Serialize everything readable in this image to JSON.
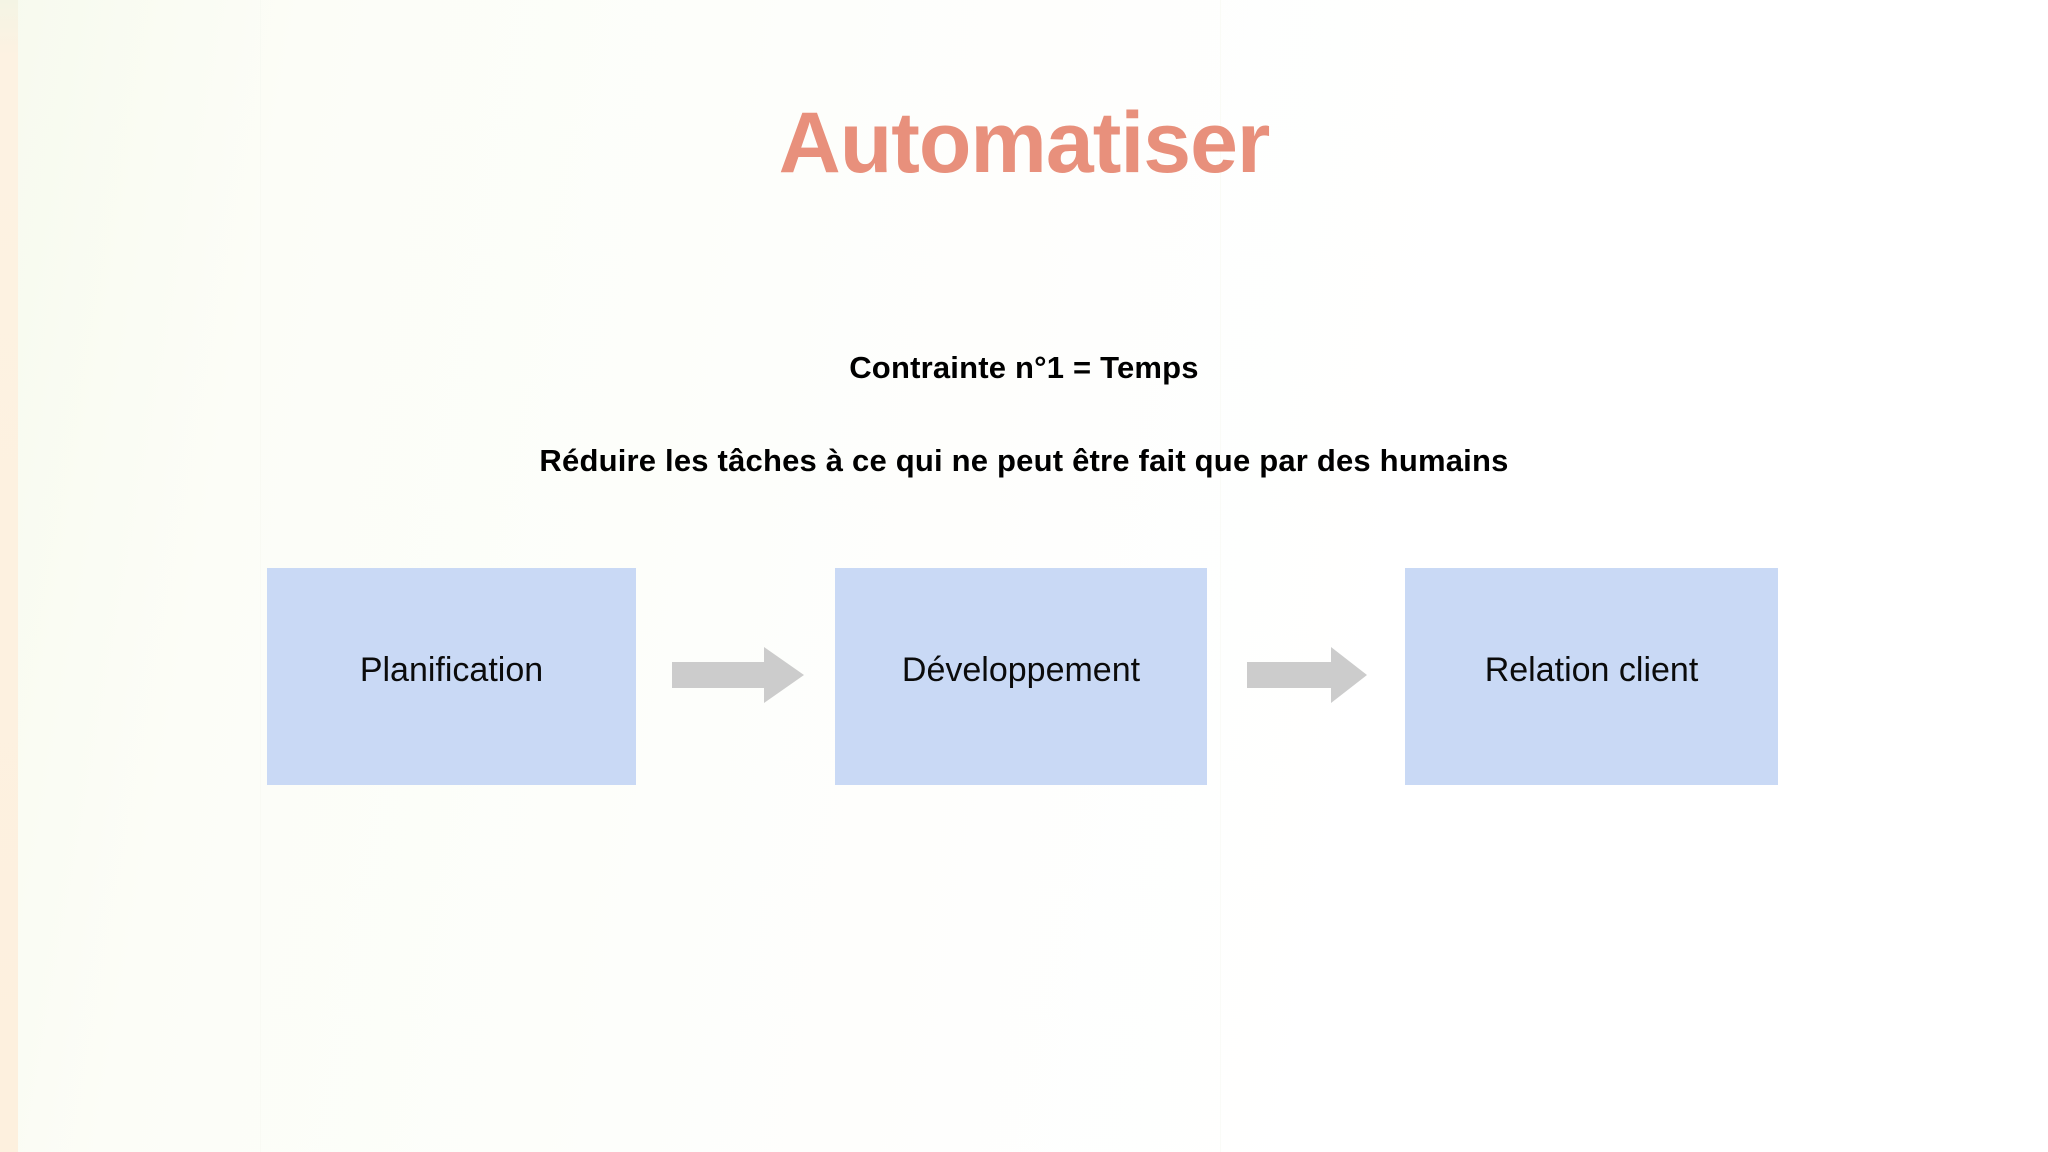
{
  "slide": {
    "title": "Automatiser",
    "title_color": "#e8907c",
    "background_color": "#fdfefa",
    "left_stripe_color": "#fdf1e0",
    "lead_lines": [
      "Contrainte n°1 = Temps",
      "Réduire les tâches à ce qui ne peut être fait que par des humains"
    ]
  },
  "chart_data": {
    "type": "diagram",
    "diagram_kind": "process-flow",
    "title": "Automatiser",
    "orientation": "horizontal",
    "node_fill_color": "#c9d9f5",
    "connector_color": "#cccccc",
    "nodes": [
      {
        "label": "Planification",
        "index": 1
      },
      {
        "label": "Développement",
        "index": 2
      },
      {
        "label": "Relation client",
        "index": 3
      }
    ],
    "connectors": [
      {
        "from": "Planification",
        "to": "Développement",
        "kind": "block-arrow-right"
      },
      {
        "from": "Développement",
        "to": "Relation client",
        "kind": "block-arrow-right"
      }
    ],
    "annotations": [
      "Contrainte n°1 = Temps",
      "Réduire les tâches à ce qui ne peut être fait que par des humains"
    ]
  }
}
